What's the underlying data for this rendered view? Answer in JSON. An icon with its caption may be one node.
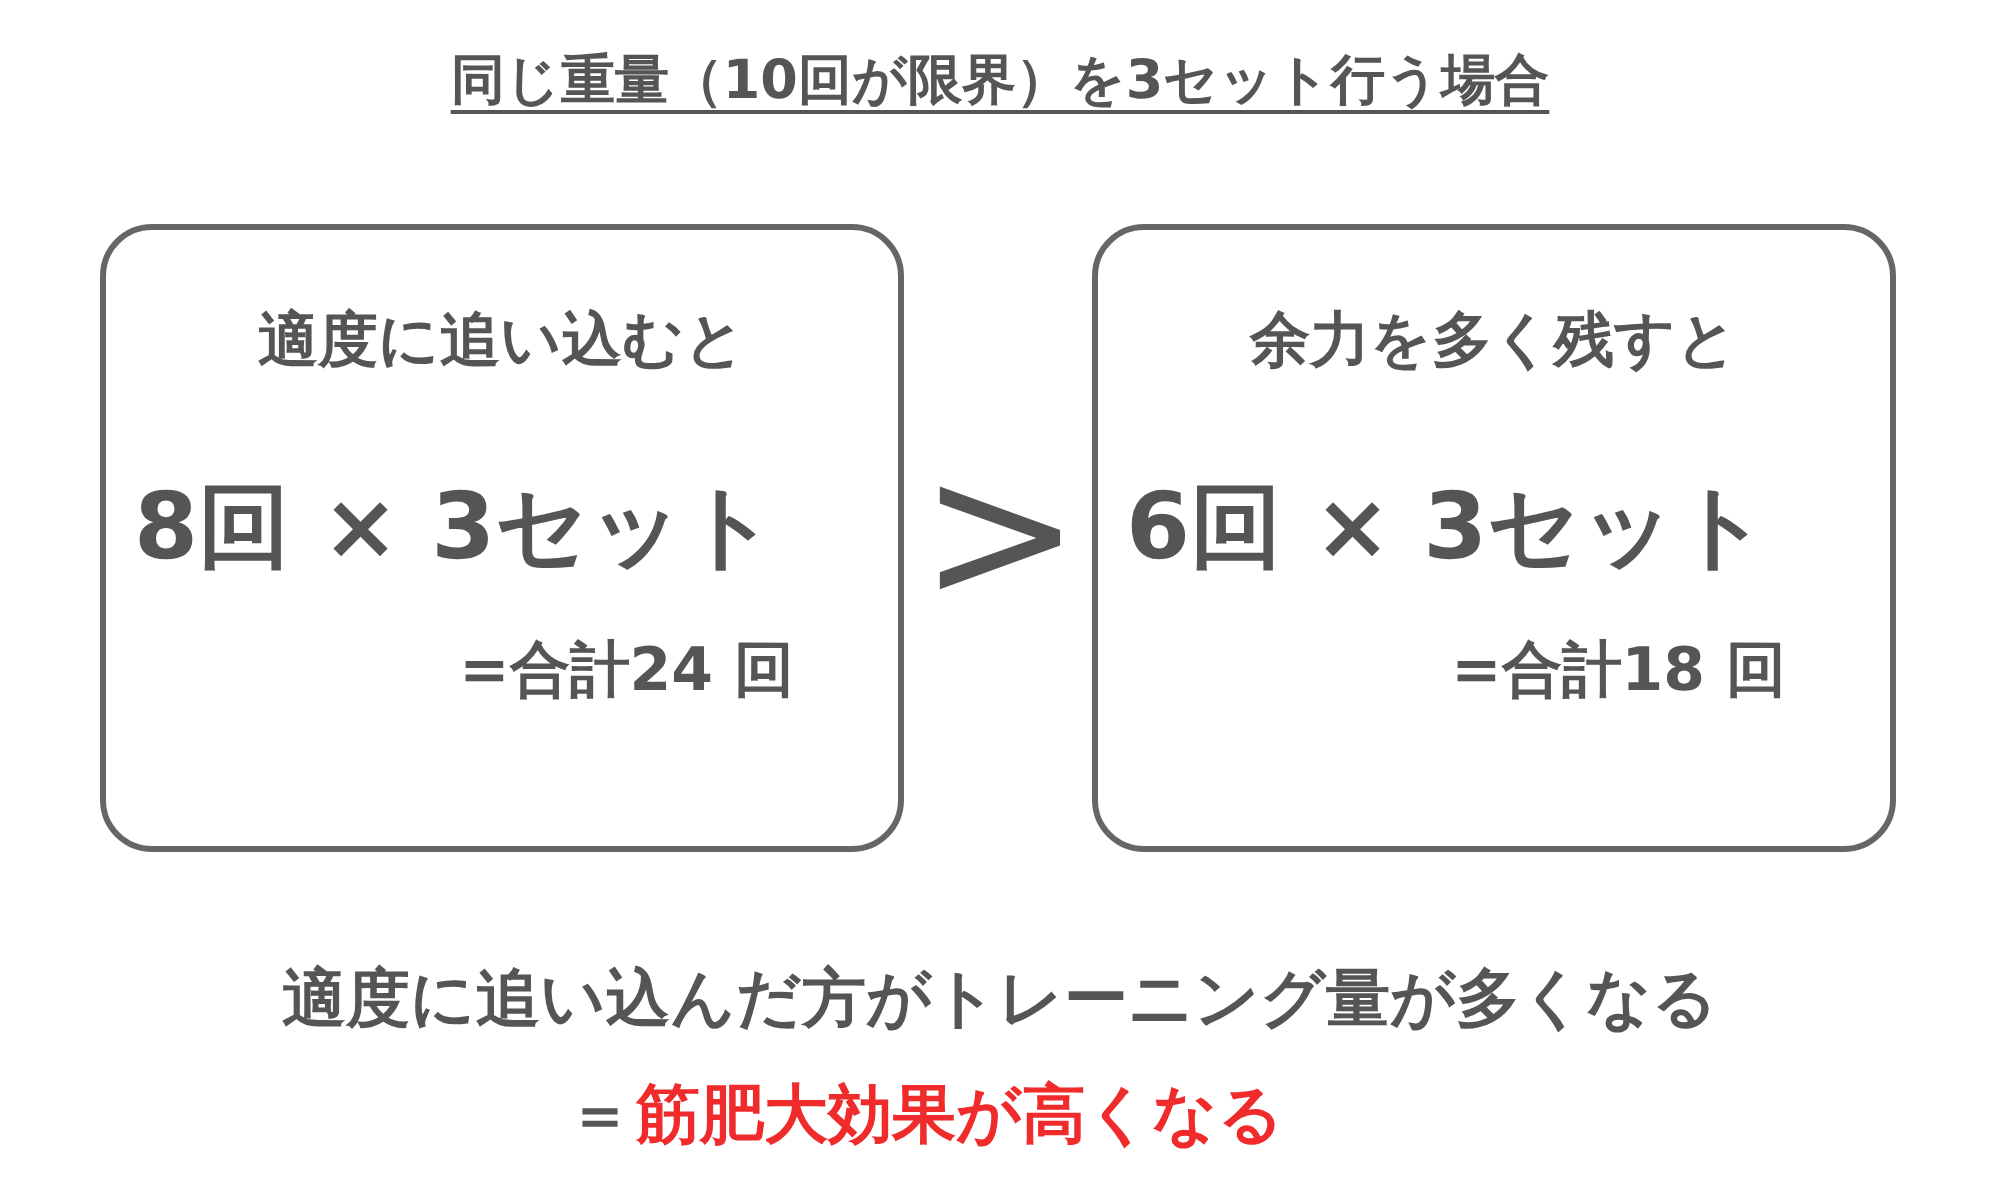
{
  "diagram": {
    "title": "同じ重量（10回が限界）を3セット行う場合",
    "nodes": [
      {
        "text": [
          "適度に追い込むと",
          "8回 × 3セット",
          "=合計**24** 回"
        ]
      },
      {
        "text": [
          "余力を多く残すと",
          "6回 × 3セット",
          "=合計**18** 回"
        ]
      }
    ],
    "labels": [
      ">",
      "適度に追い込んだ方がトレーニング量が多くなる",
      "＝",
      "筋肥大効果が高くなる"
    ]
  }
}
